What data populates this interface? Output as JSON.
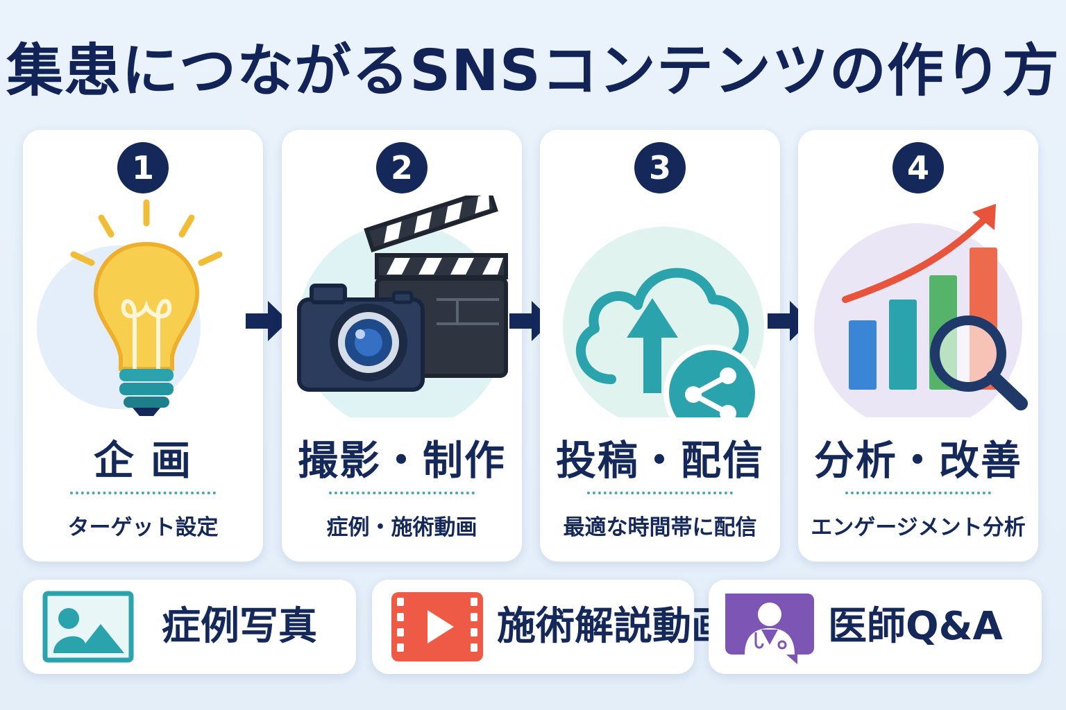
{
  "title": "集患につながるSNSコンテンツの作り方",
  "steps": [
    {
      "number": "1",
      "title": "企 画",
      "description": "ターゲット設定",
      "icon": "lightbulb-icon"
    },
    {
      "number": "2",
      "title": "撮影・制作",
      "description": "症例・施術動画",
      "icon": "camera-clapperboard-icon"
    },
    {
      "number": "3",
      "title": "投稿・配信",
      "description": "最適な時間帯に配信",
      "icon": "cloud-upload-share-icon"
    },
    {
      "number": "4",
      "title": "分析・改善",
      "description": "エンゲージメント分析",
      "icon": "bar-chart-magnifier-icon"
    }
  ],
  "content_types": [
    {
      "label": "症例写真",
      "icon": "image-icon"
    },
    {
      "label": "施術解説動画",
      "icon": "video-play-icon"
    },
    {
      "label": "医師Q&A",
      "icon": "doctor-chat-icon"
    }
  ],
  "colors": {
    "navy": "#14285a",
    "teal": "#2aa3ad",
    "bulb_yellow": "#f7ce4e",
    "video_red": "#ee5a45",
    "doctor_purple": "#7d55b5",
    "bar_blue": "#3a85d6",
    "bar_green": "#55b46a",
    "bar_red": "#ee6a4d"
  }
}
